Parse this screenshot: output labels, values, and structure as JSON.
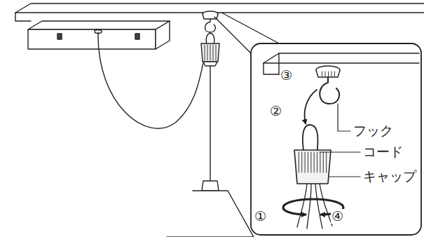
{
  "diagram": {
    "labels": [
      "③",
      "②",
      "フック",
      "コード",
      "キャップ",
      "①",
      "④"
    ]
  }
}
